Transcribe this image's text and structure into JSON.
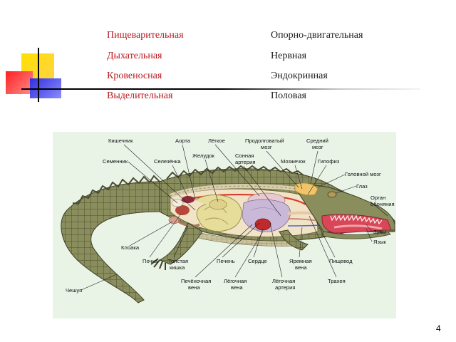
{
  "systems": {
    "left": [
      "Пищеварительная",
      "Дыхательная",
      "Кровеносная",
      "Выделительная"
    ],
    "right": [
      "Опорно-двигательная",
      "Нервная",
      "Эндокринная",
      "Половая"
    ]
  },
  "colors": {
    "left_text": "#b8191e",
    "right_text": "#1a1a1a",
    "figure_bg": "#e9f4e7"
  },
  "figure_labels": {
    "kishechnik": "Кишечник",
    "aorta": "Аорта",
    "lyogkoe_top": "Лёгкое",
    "prodolgovaty": [
      "Продолговатый",
      "мозг"
    ],
    "sredniy": [
      "Средний",
      "мозг"
    ],
    "semennik": "Семенник",
    "selezyonka": "Селезёнка",
    "zheludok": "Желудок",
    "sonnaya": [
      "Сонная",
      "артерия"
    ],
    "mozzhechok": "Мозжечок",
    "gipofiz": "Гипофиз",
    "golovnoy": "Головной мозг",
    "glaz": "Глаз",
    "organ": [
      "Орган",
      "обоняния"
    ],
    "zuby": "Зубы",
    "yazyk": "Язык",
    "kloaka": "Клоака",
    "pochka": "Почка",
    "tolstaya": [
      "Толстая",
      "кишка"
    ],
    "pechen": "Печень",
    "serdce": "Сердце",
    "yaremnaya": [
      "Яремная",
      "вена"
    ],
    "pishchevod": "Пищевод",
    "trakheya": "Трахея",
    "pechyonochnaya": [
      "Печёночная",
      "вена"
    ],
    "lyogochnaya_vena": [
      "Лёгочная",
      "вена"
    ],
    "lyogochnaya_arteriya": [
      "Лёгочная",
      "артерия"
    ],
    "cheshuya": "Чешуя"
  },
  "page_number": "4"
}
